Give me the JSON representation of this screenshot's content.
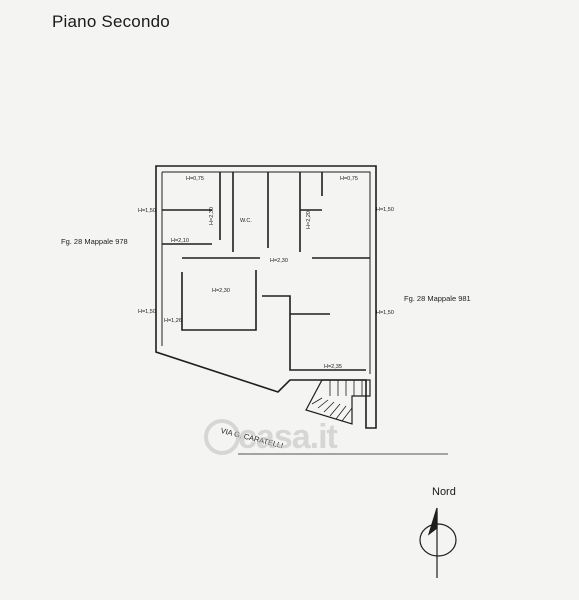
{
  "header": {
    "title": "Piano Secondo"
  },
  "plan": {
    "neighbor_left": "Fg. 28 Mappale 978",
    "neighbor_right": "Fg. 28 Mappale 981",
    "street": "VIA G. CARATELLI",
    "rooms": [
      {
        "id": "h075-left",
        "text": "H=0,75"
      },
      {
        "id": "h075-right",
        "text": "H=0,75"
      },
      {
        "id": "h150-left-top",
        "text": "H=1,50"
      },
      {
        "id": "h150-right-top",
        "text": "H=1,50"
      },
      {
        "id": "h210",
        "text": "H=2,10"
      },
      {
        "id": "h230-a",
        "text": "H=2,30"
      },
      {
        "id": "h230-b",
        "text": "H=2,30"
      },
      {
        "id": "h230-c",
        "text": "H=2,30"
      },
      {
        "id": "h220",
        "text": "H=2,20"
      },
      {
        "id": "wc",
        "text": "W.C."
      },
      {
        "id": "h150-left-bottom",
        "text": "H=1,50"
      },
      {
        "id": "h126",
        "text": "H=1,26"
      },
      {
        "id": "h150-right-bottom",
        "text": "H=1,50"
      },
      {
        "id": "h235",
        "text": "H=2,35"
      }
    ]
  },
  "compass": {
    "label": "Nord"
  },
  "watermark": {
    "text": "casa.it"
  }
}
